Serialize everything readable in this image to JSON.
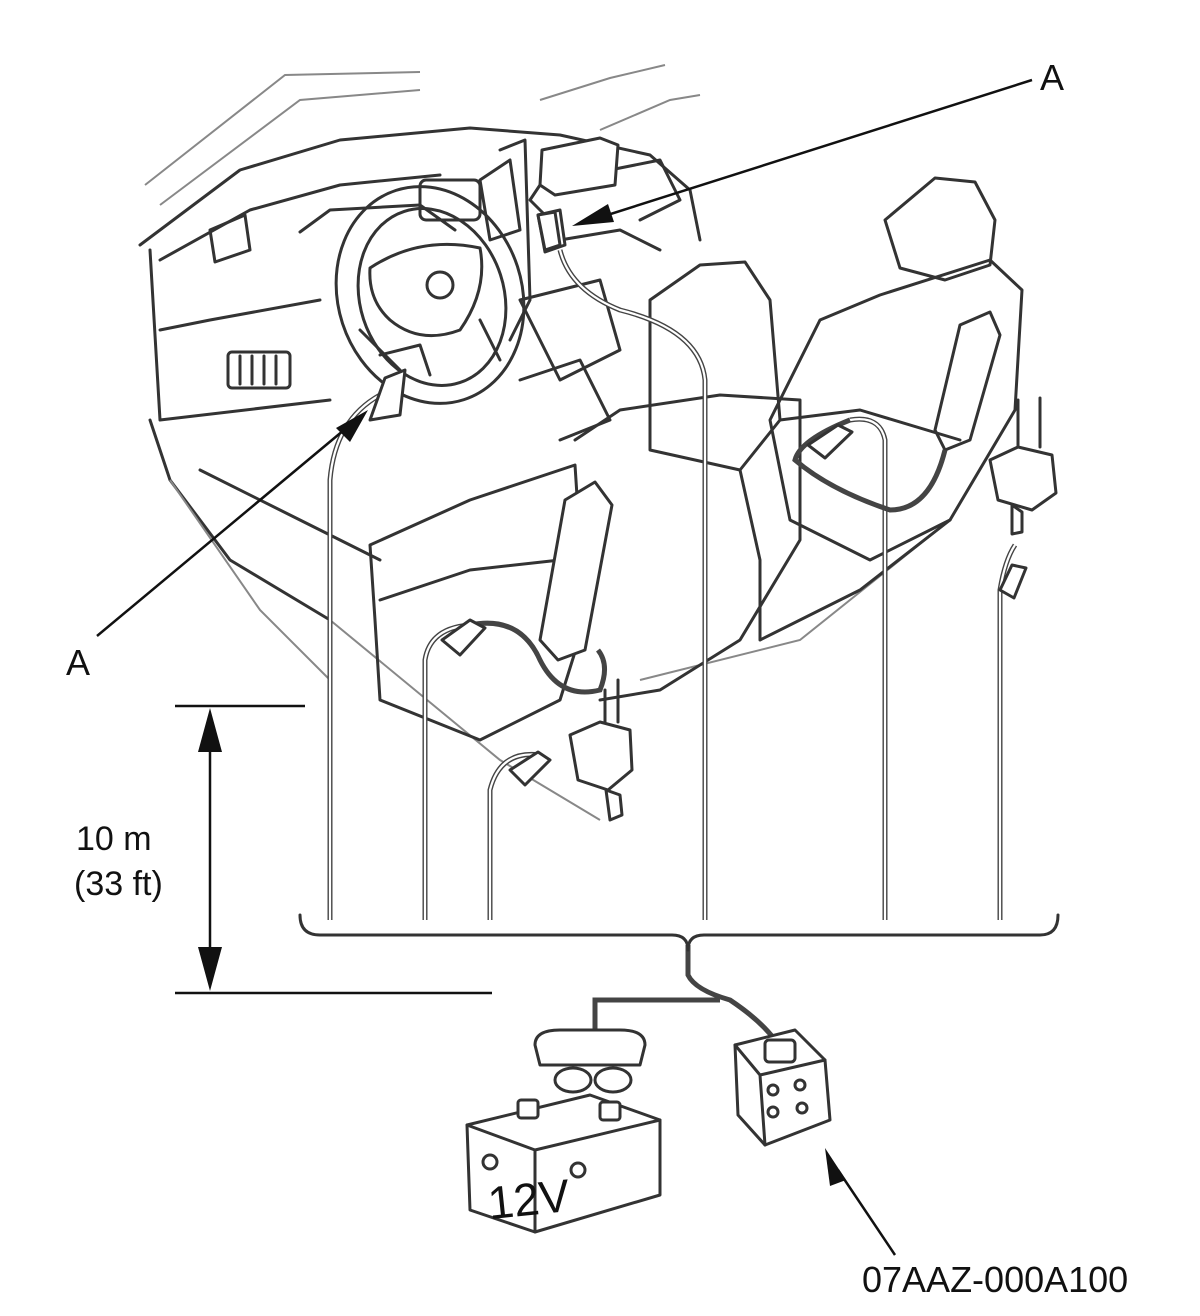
{
  "labels": {
    "callout_a_top": "A",
    "callout_a_left": "A",
    "distance_metric": "10 m",
    "distance_imperial": "(33 ft)",
    "battery_voltage": "12V",
    "tool_part_number": "07AAZ-000A100"
  },
  "colors": {
    "line": "#333333",
    "wire": "#444444",
    "background": "#ffffff"
  }
}
